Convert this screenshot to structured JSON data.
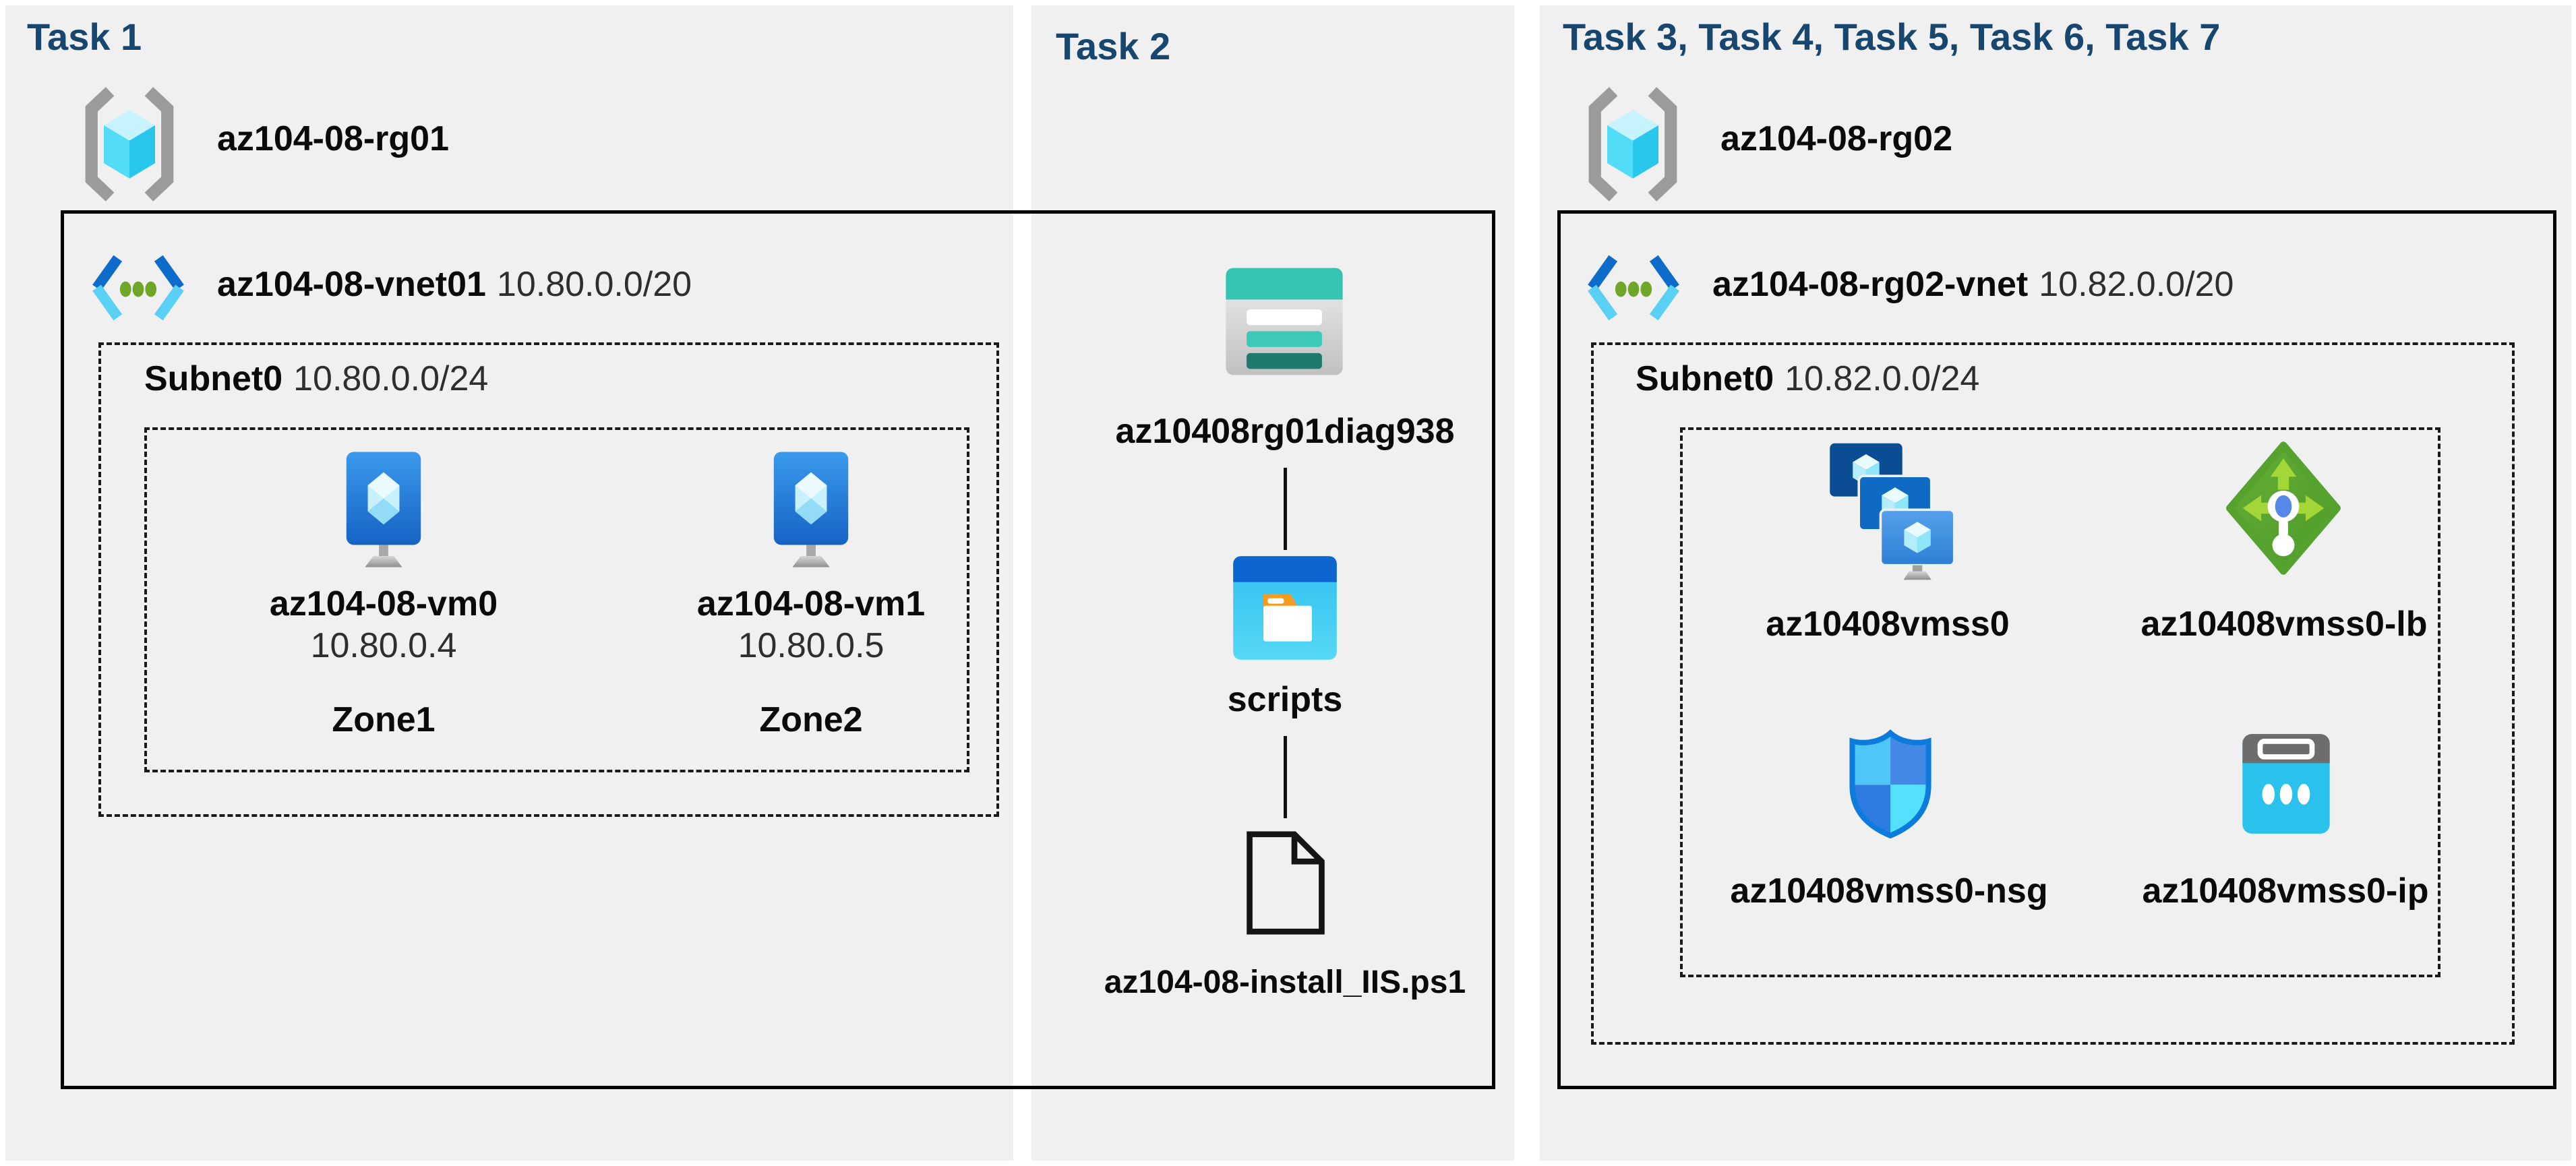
{
  "colors": {
    "page_bg": "#ffffff",
    "panel_bg": "#f0f0f0",
    "title_navy": "#17476e",
    "box_border": "#000000",
    "dashed_border": "#1a1a1a",
    "label_black": "#0a0a0a",
    "secondary_text": "#2e2e2e",
    "vnet_dark_blue": "#0d6cc9",
    "vnet_light_cyan": "#5ad0f4",
    "vnet_dot_green": "#6fa628",
    "vm_screen_blue": "#2e8ce2",
    "storage_teal": "#35c4b1",
    "storage_teal_dark": "#1e7a6d",
    "container_header_blue": "#0d65cf",
    "container_body_cyan": "#2fbfee",
    "folder_tab_orange": "#f59b1f",
    "lb_diamond_green": "#55a22e",
    "lb_arrow_green": "#a2d737",
    "nsg_border_blue": "#0c7bdc",
    "nsg_light_cyan": "#52e0fd",
    "nsg_blue": "#3f87e6",
    "ip_body_cyan": "#2ac2ec",
    "ip_band_gray": "#6d6d6d",
    "rg_bracket_gray": "#9b9b9b"
  },
  "panels": [
    {
      "title": "Task 1",
      "resource_group": {
        "name": "az104-08-rg01",
        "icon": "resource-group-icon"
      },
      "vnet": {
        "name": "az104-08-vnet01",
        "cidr": "10.80.0.0/20",
        "icon": "virtual-network-icon"
      },
      "subnet": {
        "name": "Subnet0",
        "cidr": "10.80.0.0/24"
      },
      "vms": [
        {
          "name": "az104-08-vm0",
          "ip": "10.80.0.4",
          "zone": "Zone1",
          "icon": "virtual-machine-icon"
        },
        {
          "name": "az104-08-vm1",
          "ip": "10.80.0.5",
          "zone": "Zone2",
          "icon": "virtual-machine-icon"
        }
      ]
    },
    {
      "title": "Task 2",
      "storage_account": {
        "name": "az10408rg01diag938",
        "icon": "storage-account-icon"
      },
      "container": {
        "name": "scripts",
        "icon": "blob-container-icon"
      },
      "file": {
        "name": "az104-08-install_IIS.ps1",
        "icon": "powershell-file-icon"
      }
    },
    {
      "title": "Task 3, Task 4, Task 5, Task 6, Task 7",
      "resource_group": {
        "name": "az104-08-rg02",
        "icon": "resource-group-icon"
      },
      "vnet": {
        "name": "az104-08-rg02-vnet",
        "cidr": "10.82.0.0/20",
        "icon": "virtual-network-icon"
      },
      "subnet": {
        "name": "Subnet0",
        "cidr": "10.82.0.0/24"
      },
      "resources": [
        {
          "name": "az10408vmss0",
          "type": "vm-scale-set",
          "icon": "vm-scale-set-icon"
        },
        {
          "name": "az10408vmss0-lb",
          "type": "load-balancer",
          "icon": "load-balancer-icon"
        },
        {
          "name": "az10408vmss0-nsg",
          "type": "network-security-group",
          "icon": "nsg-shield-icon"
        },
        {
          "name": "az10408vmss0-ip",
          "type": "public-ip",
          "icon": "public-ip-icon"
        }
      ]
    }
  ]
}
